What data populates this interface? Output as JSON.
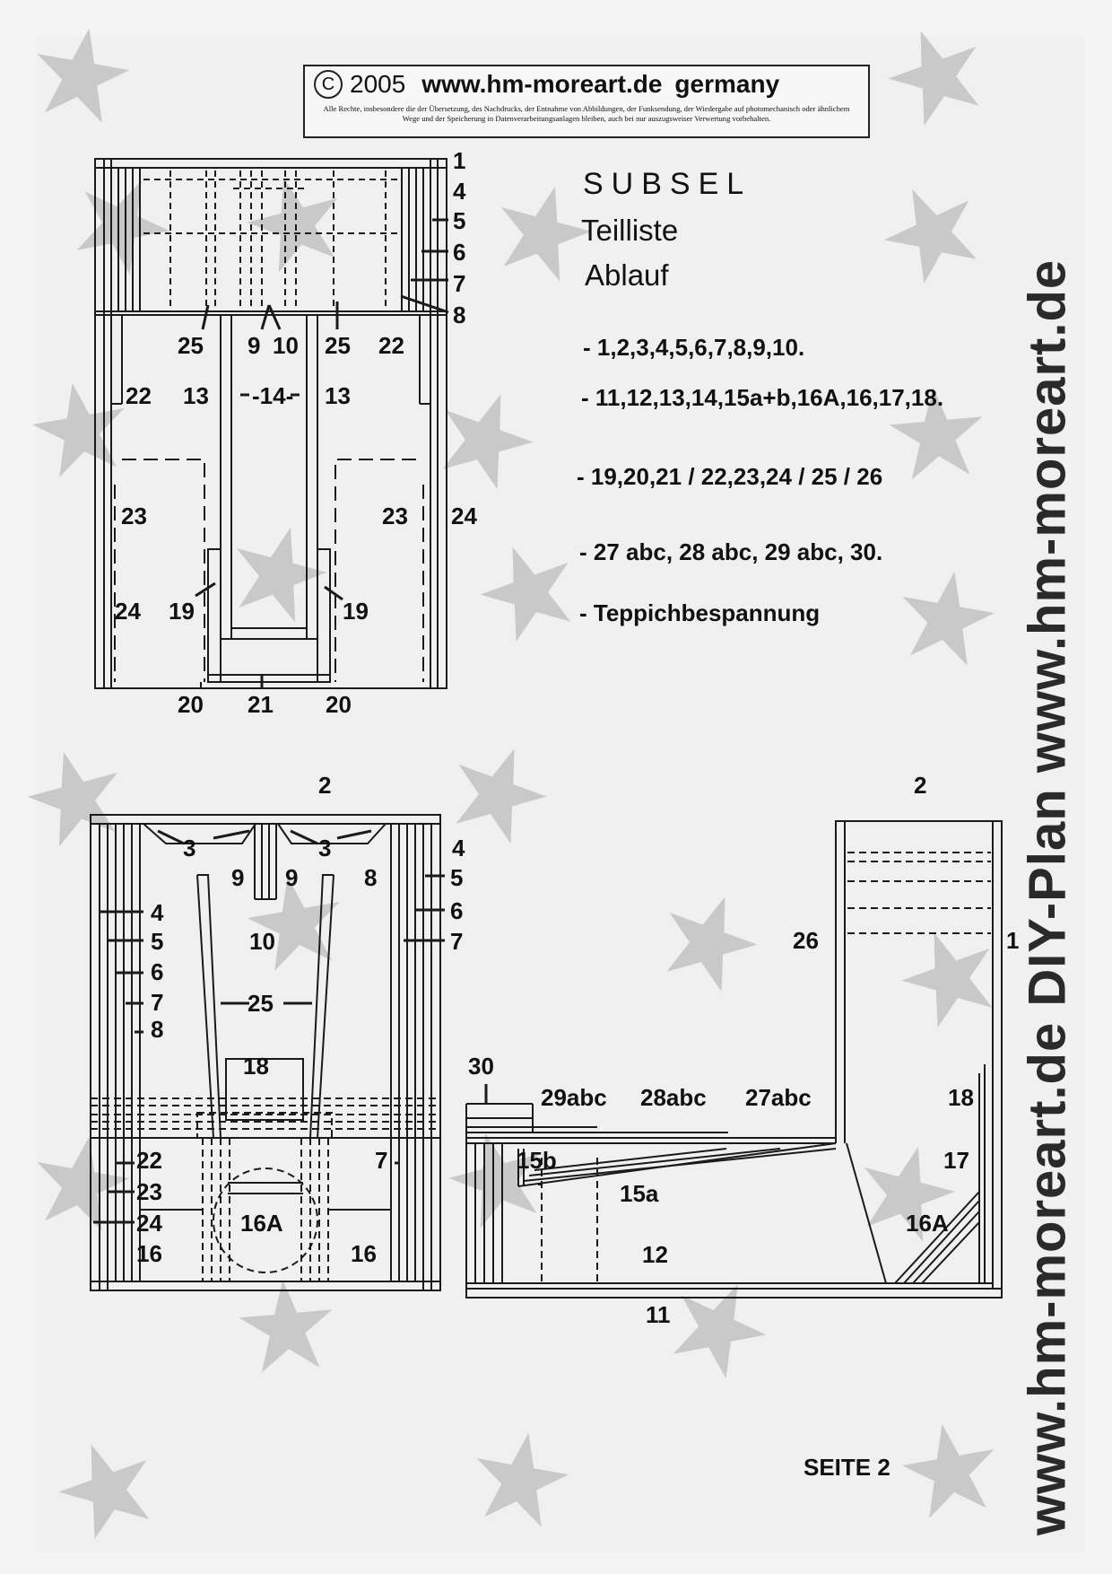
{
  "copyright": {
    "symbol": "C",
    "year": "2005",
    "url": "www.hm-moreart.de",
    "country": "germany",
    "notice": "Alle Rechte, insbesondere die der Übersetzung, des Nachdrucks, der Entnahme von Abbildungen, der Funksendung, der Wiedergabe auf photomechanisch oder ähnlichem Wege und der Speicherung in Datenverarbeitungsanlagen bleiben, auch bei nur auszugsweiser Verwertung vorbehalten."
  },
  "header": {
    "title": "SUBSEL",
    "subtitle1": "Teilliste",
    "subtitle2": "Ablauf"
  },
  "steps": [
    "- 1,2,3,4,5,6,7,8,9,10.",
    "- 11,12,13,14,15a+b,16A,16,17,18.",
    "- 19,20,21 / 22,23,24 / 25 / 26",
    "- 27 abc, 28 abc, 29 abc, 30.",
    "- Teppichbespannung"
  ],
  "top_view": {
    "1": "1",
    "2": "4",
    "3": "5",
    "4": "6",
    "5": "7",
    "6": "8",
    "7": "25",
    "8": "9",
    "9": "10",
    "10": "25",
    "11": "22",
    "12": "22",
    "13": "13",
    "14": "-14-",
    "15": "13",
    "16": "23",
    "17": "23",
    "18": "24",
    "19": "24",
    "20": "19",
    "21": "19",
    "22": "20",
    "23": "21",
    "24": "20"
  },
  "front_view": [
    "2",
    "3",
    "3",
    "4",
    "9",
    "9",
    "8",
    "5",
    "6",
    "7",
    "4",
    "5",
    "6",
    "7",
    "8",
    "10",
    "25",
    "18",
    "22",
    "7",
    "23",
    "24",
    "16A",
    "16",
    "16"
  ],
  "side_view": [
    "2",
    "26",
    "1",
    "30",
    "29abc",
    "28abc",
    "27abc",
    "18",
    "15b",
    "17",
    "15a",
    "16A",
    "12",
    "11"
  ],
  "watermark": "www.hm-moreart.de   DIY-Plan   www.hm-moreart.de",
  "page_label": "SEITE 2"
}
